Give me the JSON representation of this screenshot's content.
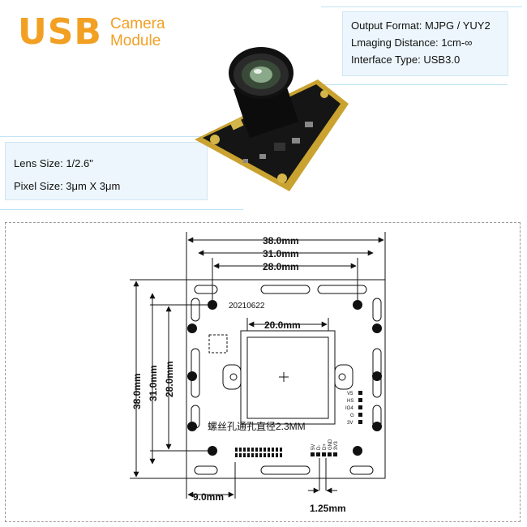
{
  "brand": {
    "title": "USB",
    "subtitle_line1": "Camera",
    "subtitle_line2": "Module"
  },
  "specs_right": [
    "Output Format: MJPG / YUY2",
    "Lmaging Distance: 1cm-∞",
    "Interface Type: USB3.0"
  ],
  "specs_left": [
    "Lens Size: 1/2.6\"",
    "Pixel Size: 3μm X 3μm"
  ],
  "diagram": {
    "dim_top_outer": "38.0mm",
    "dim_top_mid": "31.0mm",
    "dim_top_inner": "28.0mm",
    "dim_left_outer": "38.0mm",
    "dim_left_mid": "31.0mm",
    "dim_left_inner": "28.0mm",
    "dim_lens": "20.0mm",
    "dim_bottom_left": "9.0mm",
    "dim_bottom_pitch": "1.25mm",
    "date_code": "20210622",
    "hole_note": "螺丝孔通孔直径2.3MM",
    "pin_labels_right": [
      "V5",
      "HS",
      "IO4",
      "G",
      "3V"
    ],
    "pin_labels_bottom": [
      "5V",
      "D-",
      "D+",
      "GND",
      "3V3"
    ],
    "accent_color": "#f2a024"
  }
}
